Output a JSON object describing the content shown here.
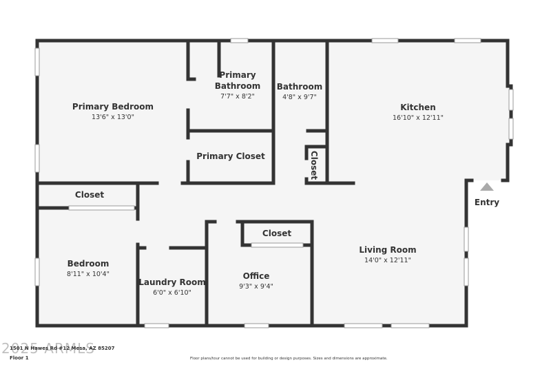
{
  "rooms": [
    {
      "name": "Primary Bedroom",
      "dims": "13'6\" x 13'0\""
    },
    {
      "name": "Primary Bathroom",
      "name2": "Bathroom",
      "name1": "Primary",
      "dims": "7'7\" x 8'2\""
    },
    {
      "name": "Bathroom",
      "dims": "4'8\" x 9'7\""
    },
    {
      "name": "Kitchen",
      "dims": "16'10\" x 12'11\""
    },
    {
      "name": "Primary Closet"
    },
    {
      "name": "Closet"
    },
    {
      "name": "Closet"
    },
    {
      "name": "Closet"
    },
    {
      "name": "Bedroom",
      "dims": "8'11\" x 10'4\""
    },
    {
      "name": "Laundry Room",
      "dims": "6'0\" x 6'10\""
    },
    {
      "name": "Office",
      "dims": "9'3\" x 9'4\""
    },
    {
      "name": "Living Room",
      "dims": "14'0\" x 12'11\""
    }
  ],
  "entry": "Entry",
  "footer": {
    "address": "1501 N Hawes Rd #12 Mesa, AZ 85207",
    "floor": "Floor 1",
    "disclaimer": "Floor plans/tour cannot be used for building or design purposes. Sizes and dimensions are approximate.",
    "watermark": "2025 ARMLS"
  },
  "colors": {
    "wall": "#333333",
    "floor": "#f5f5f5",
    "window": "#ffffff",
    "entry_arrow": "#aaaaaa"
  }
}
